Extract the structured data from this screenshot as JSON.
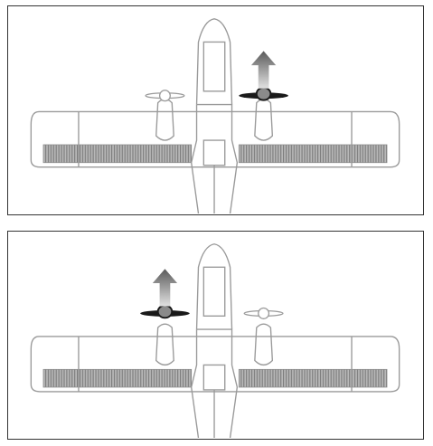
{
  "figure": {
    "panels": [
      {
        "id": "top",
        "active_engine": "right",
        "arrow": "up"
      },
      {
        "id": "bottom",
        "active_engine": "left",
        "arrow": "up"
      }
    ],
    "colors": {
      "outline": "#9a9a9a",
      "frame": "#333333",
      "flap": "#8c8c8c",
      "active_prop": "#1a1a1a",
      "arrow_top": "#5a5a5a",
      "arrow_bottom": "#dcdcdc"
    }
  }
}
